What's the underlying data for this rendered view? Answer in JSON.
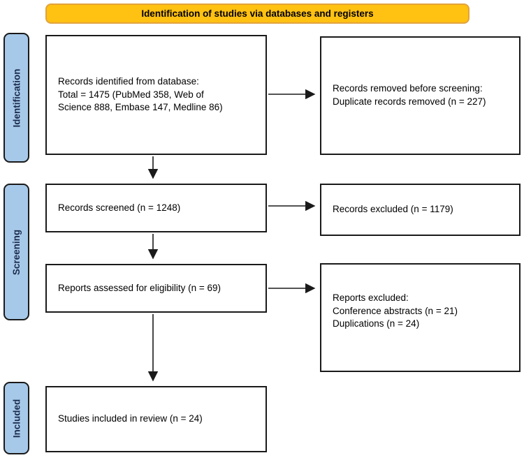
{
  "banner": {
    "label": "Identification of studies via databases and registers"
  },
  "stages": [
    {
      "id": "identification",
      "label": "Identification"
    },
    {
      "id": "screening",
      "label": "Screening"
    },
    {
      "id": "included",
      "label": "Included"
    }
  ],
  "boxes": [
    {
      "id": "records-identified",
      "text": "Records identified from database:\nTotal = 1475 (PubMed 358, Web of\nScience 888, Embase 147, Medline 86)"
    },
    {
      "id": "records-removed",
      "text": "Records removed before screening:\nDuplicate records removed (n = 227)"
    },
    {
      "id": "records-screened",
      "text": "Records screened (n = 1248)"
    },
    {
      "id": "records-excluded",
      "text": "Records excluded (n = 1179)"
    },
    {
      "id": "reports-assessed",
      "text": "Reports assessed for eligibility (n = 69)"
    },
    {
      "id": "reports-excluded",
      "text": "Reports excluded:\nConference abstracts (n = 21)\nDuplications (n = 24)"
    },
    {
      "id": "studies-included",
      "text": "Studies included in review (n = 24)"
    }
  ],
  "colors": {
    "banner_fill": "#FFC112",
    "banner_border": "#E2A33C",
    "stage_fill": "#A7C9E9",
    "stage_text": "#1B2B4D",
    "box_border": "#1A1A1A",
    "arrow": "#1A1A1A"
  }
}
